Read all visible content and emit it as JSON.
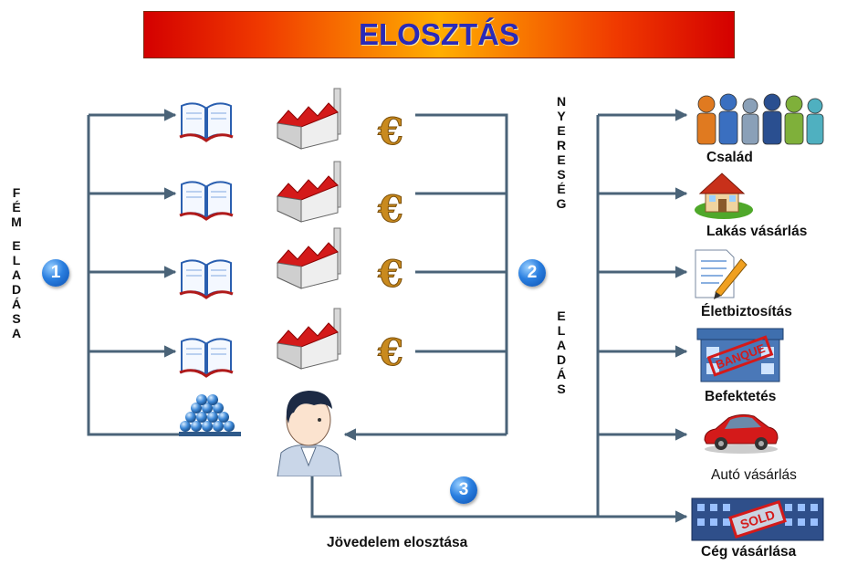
{
  "title": "ELOSZTÁS",
  "left_label": [
    "F",
    "É",
    "M",
    "",
    "E",
    "L",
    "A",
    "D",
    "Á",
    "S",
    "A"
  ],
  "mid_label_top": [
    "N",
    "Y",
    "E",
    "R",
    "E",
    "S",
    "É",
    "G"
  ],
  "mid_label_bottom": [
    "E",
    "L",
    "A",
    "D",
    "Á",
    "S"
  ],
  "badges": {
    "one": "1",
    "two": "2",
    "three": "3"
  },
  "bottom_label": "Jövedelem elosztása",
  "targets": {
    "family": "Család",
    "house": "Lakás vásárlás",
    "insurance": "Életbiztosítás",
    "investment": "Befektetés",
    "car": "Autó vásárlás",
    "company": "Cég vásárlása"
  },
  "stamps": {
    "bank": "BANQUE",
    "company": "SOLD"
  },
  "colors": {
    "arrow": "#4a6378",
    "banner_text": "#2a2ab8",
    "badge": "#1a6fd6",
    "roof": "#d41a1a"
  }
}
